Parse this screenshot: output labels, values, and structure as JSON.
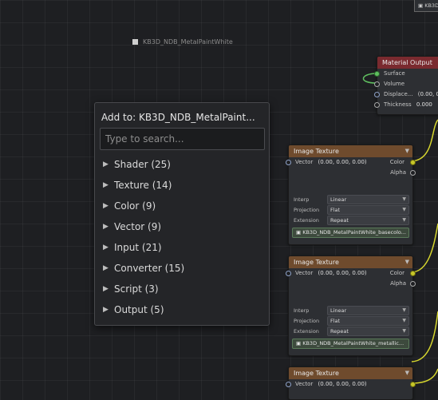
{
  "frame_label": "KB3D_NDB_MetalPaintWhite",
  "corner_node_label": "▣ KB3D",
  "add_menu": {
    "title": "Add to: KB3D_NDB_MetalPaint...",
    "search_placeholder": "Type to search...",
    "items": [
      {
        "label": "Shader (25)"
      },
      {
        "label": "Texture (14)"
      },
      {
        "label": "Color (9)"
      },
      {
        "label": "Vector (9)"
      },
      {
        "label": "Input (21)"
      },
      {
        "label": "Converter (15)"
      },
      {
        "label": "Script (3)"
      },
      {
        "label": "Output (5)"
      }
    ]
  },
  "material_output": {
    "title": "Material Output",
    "surface": "Surface",
    "volume": "Volume",
    "displacement": "Displace...",
    "displacement_value": "(0.00, 0.0",
    "thickness": "Thickness",
    "thickness_value": "0.000"
  },
  "image_texture_nodes": [
    {
      "title": "Image Texture",
      "vector_label": "Vector",
      "vector_value": "(0.00, 0.00, 0.00)",
      "color": "Color",
      "alpha": "Alpha",
      "interp_label": "Interp",
      "interp_value": "Linear",
      "projection_label": "Projection",
      "projection_value": "Flat",
      "extension_label": "Extension",
      "extension_value": "Repeat",
      "image": "▣ KB3D_NDB_MetalPaintWhite_basecolo..."
    },
    {
      "title": "Image Texture",
      "vector_label": "Vector",
      "vector_value": "(0.00, 0.00, 0.00)",
      "color": "Color",
      "alpha": "Alpha",
      "interp_label": "Interp",
      "interp_value": "Linear",
      "projection_label": "Projection",
      "projection_value": "Flat",
      "extension_label": "Extension",
      "extension_value": "Repeat",
      "image": "▣ KB3D_NDB_MetalPaintWhite_metallic..."
    },
    {
      "title": "Image Texture",
      "vector_label": "Vector",
      "vector_value": "(0.00, 0.00, 0.00)"
    }
  ],
  "icons": {
    "menu_item": "triangle-right-icon",
    "node_collapse": "triangle-down-icon"
  },
  "colors": {
    "texture_header": "#6f4b2d",
    "output_header": "#7a2a2f",
    "color_socket": "#c7c729",
    "shader_socket": "#5fbe5f"
  }
}
